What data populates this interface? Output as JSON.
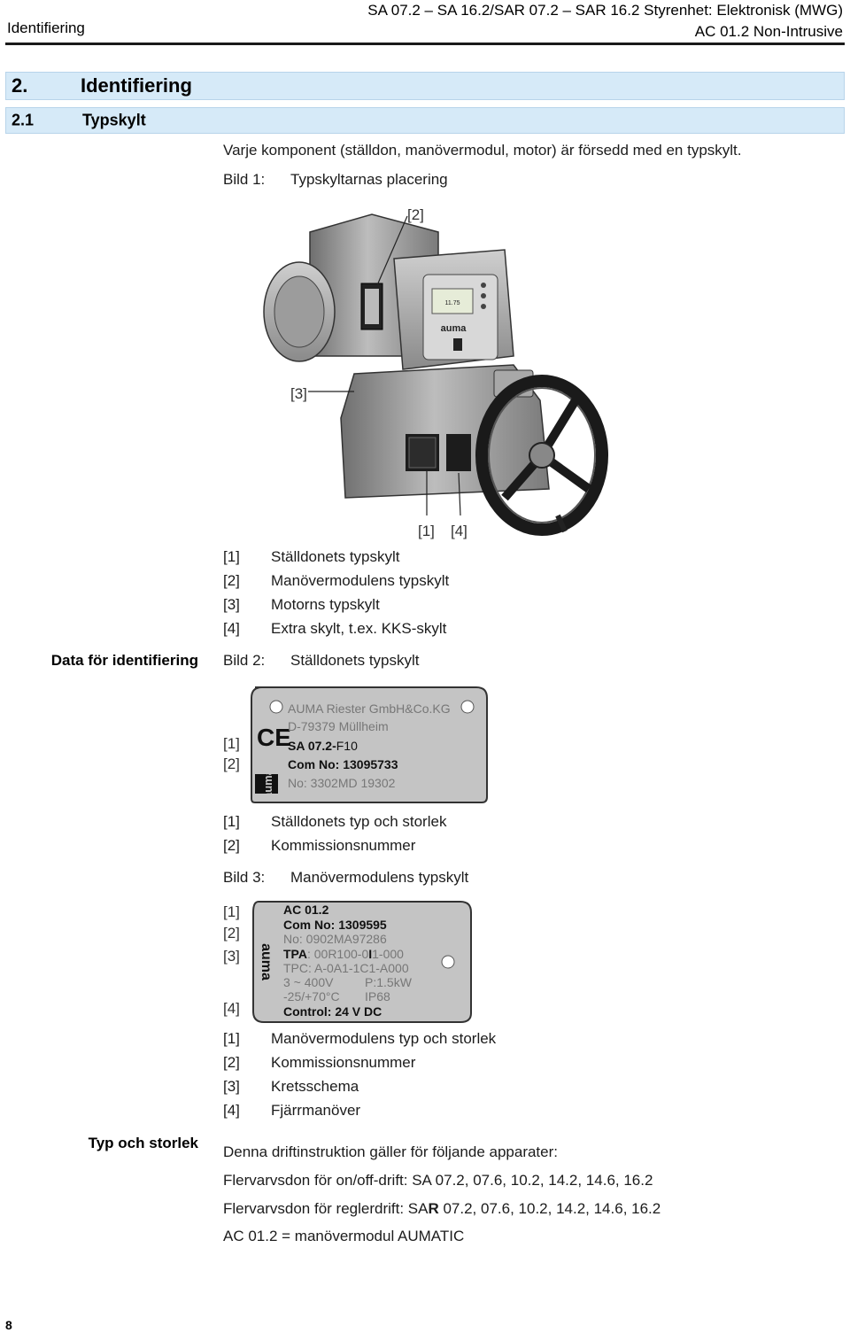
{
  "header": {
    "left": "Identifiering",
    "right_line1": "SA 07.2 – SA 16.2/SAR 07.2 – SAR 16.2 Styrenhet: Elektronisk (MWG)",
    "right_line2": "AC 01.2 Non-Intrusive"
  },
  "section": {
    "number": "2.",
    "title": "Identifiering"
  },
  "subsection": {
    "number": "2.1",
    "title": "Typskylt"
  },
  "intro": "Varje komponent (ställdon, manövermodul, motor) är försedd med en typskylt.",
  "figure1": {
    "label": "Bild 1:",
    "caption": "Typskyltarnas placering",
    "callouts": {
      "c2": "[2]",
      "c3": "[3]",
      "c1": "[1]",
      "c4": "[4]"
    },
    "display": {
      "brand": "auma",
      "value": "11.75"
    },
    "legend": [
      {
        "num": "[1]",
        "text": "Ställdonets typskylt"
      },
      {
        "num": "[2]",
        "text": "Manövermodulens typskylt"
      },
      {
        "num": "[3]",
        "text": "Motorns typskylt"
      },
      {
        "num": "[4]",
        "text": "Extra skylt, t.ex. KKS-skylt"
      }
    ]
  },
  "side_data": "Data för identifiering",
  "figure2": {
    "label": "Bild 2:",
    "caption": "Ställdonets typskylt",
    "callouts": {
      "c1": "[1]",
      "c2": "[2]"
    },
    "plate": {
      "ce": "CE",
      "logo": "auma",
      "line1": "AUMA Riester GmbH&Co.KG",
      "line2": "D-79379 Müllheim",
      "line3a": "SA 07.2-",
      "line3b": "F10",
      "line4": "Com No: 13095733",
      "line5": "No: 3302MD 19302"
    },
    "legend": [
      {
        "num": "[1]",
        "text": "Ställdonets typ och storlek"
      },
      {
        "num": "[2]",
        "text": "Kommissionsnummer"
      }
    ]
  },
  "figure3": {
    "label": "Bild 3:",
    "caption": "Manövermodulens typskylt",
    "callouts": {
      "c1": "[1]",
      "c2": "[2]",
      "c3": "[3]",
      "c4": "[4]"
    },
    "plate": {
      "logo": "auma",
      "line1": "AC 01.2",
      "line2": "Com No: 1309595",
      "line3": "No: 0902MA97286",
      "line4a": "TPA",
      "line4b": ": 00R100-0",
      "line4c": "I",
      "line4d": "1-000",
      "line5": "TPC: A-0A1-1C1-A000",
      "line6a": "3 ~ 400V",
      "line6b": "P:1.5kW",
      "line7a": "-25/+70°C",
      "line7b": "IP68",
      "line8": "Control: 24 V DC"
    },
    "legend": [
      {
        "num": "[1]",
        "text": "Manövermodulens typ och storlek"
      },
      {
        "num": "[2]",
        "text": "Kommissionsnummer"
      },
      {
        "num": "[3]",
        "text": "Kretsschema"
      },
      {
        "num": "[4]",
        "text": "Fjärrmanöver"
      }
    ]
  },
  "side_types": "Typ och storlek",
  "types": {
    "intro": "Denna driftinstruktion gäller för följande apparater:",
    "line1": "Flervarvsdon för on/off-drift: SA 07.2, 07.6, 10.2, 14.2, 14.6, 16.2",
    "line2_pre": "Flervarvsdon för reglerdrift: SA",
    "line2_bold": "R",
    "line2_post": " 07.2, 07.6, 10.2, 14.2, 14.6, 16.2",
    "line3": "AC 01.2 = manövermodul AUMATIC"
  },
  "page_number": "8"
}
